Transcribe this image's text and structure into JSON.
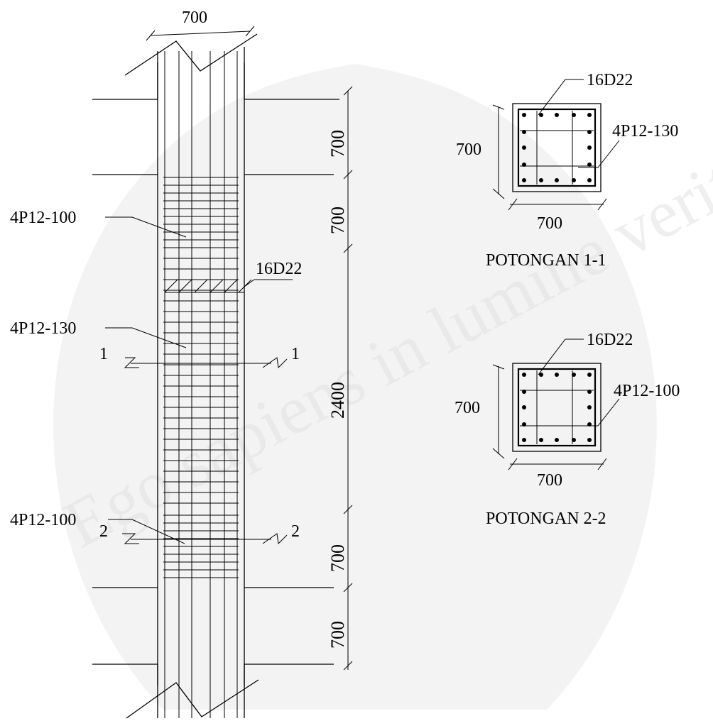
{
  "watermark": {
    "text": "Ego sapiens in lumine veritatis"
  },
  "elevation": {
    "top_width": "700",
    "dims": [
      "700",
      "700",
      "2400",
      "700",
      "700"
    ],
    "labels": {
      "stirrup_top": "4P12-100",
      "main_bars": "16D22",
      "stirrup_mid": "4P12-130",
      "stirrup_bottom": "4P12-100"
    },
    "section_marks": {
      "s1_left": "1",
      "s1_right": "1",
      "s2_left": "2",
      "s2_right": "2"
    }
  },
  "sections": [
    {
      "title": "POTONGAN 1-1",
      "main_bars": "16D22",
      "stirrup": "4P12-130",
      "width": "700",
      "height": "700"
    },
    {
      "title": "POTONGAN 2-2",
      "main_bars": "16D22",
      "stirrup": "4P12-100",
      "width": "700",
      "height": "700"
    }
  ]
}
